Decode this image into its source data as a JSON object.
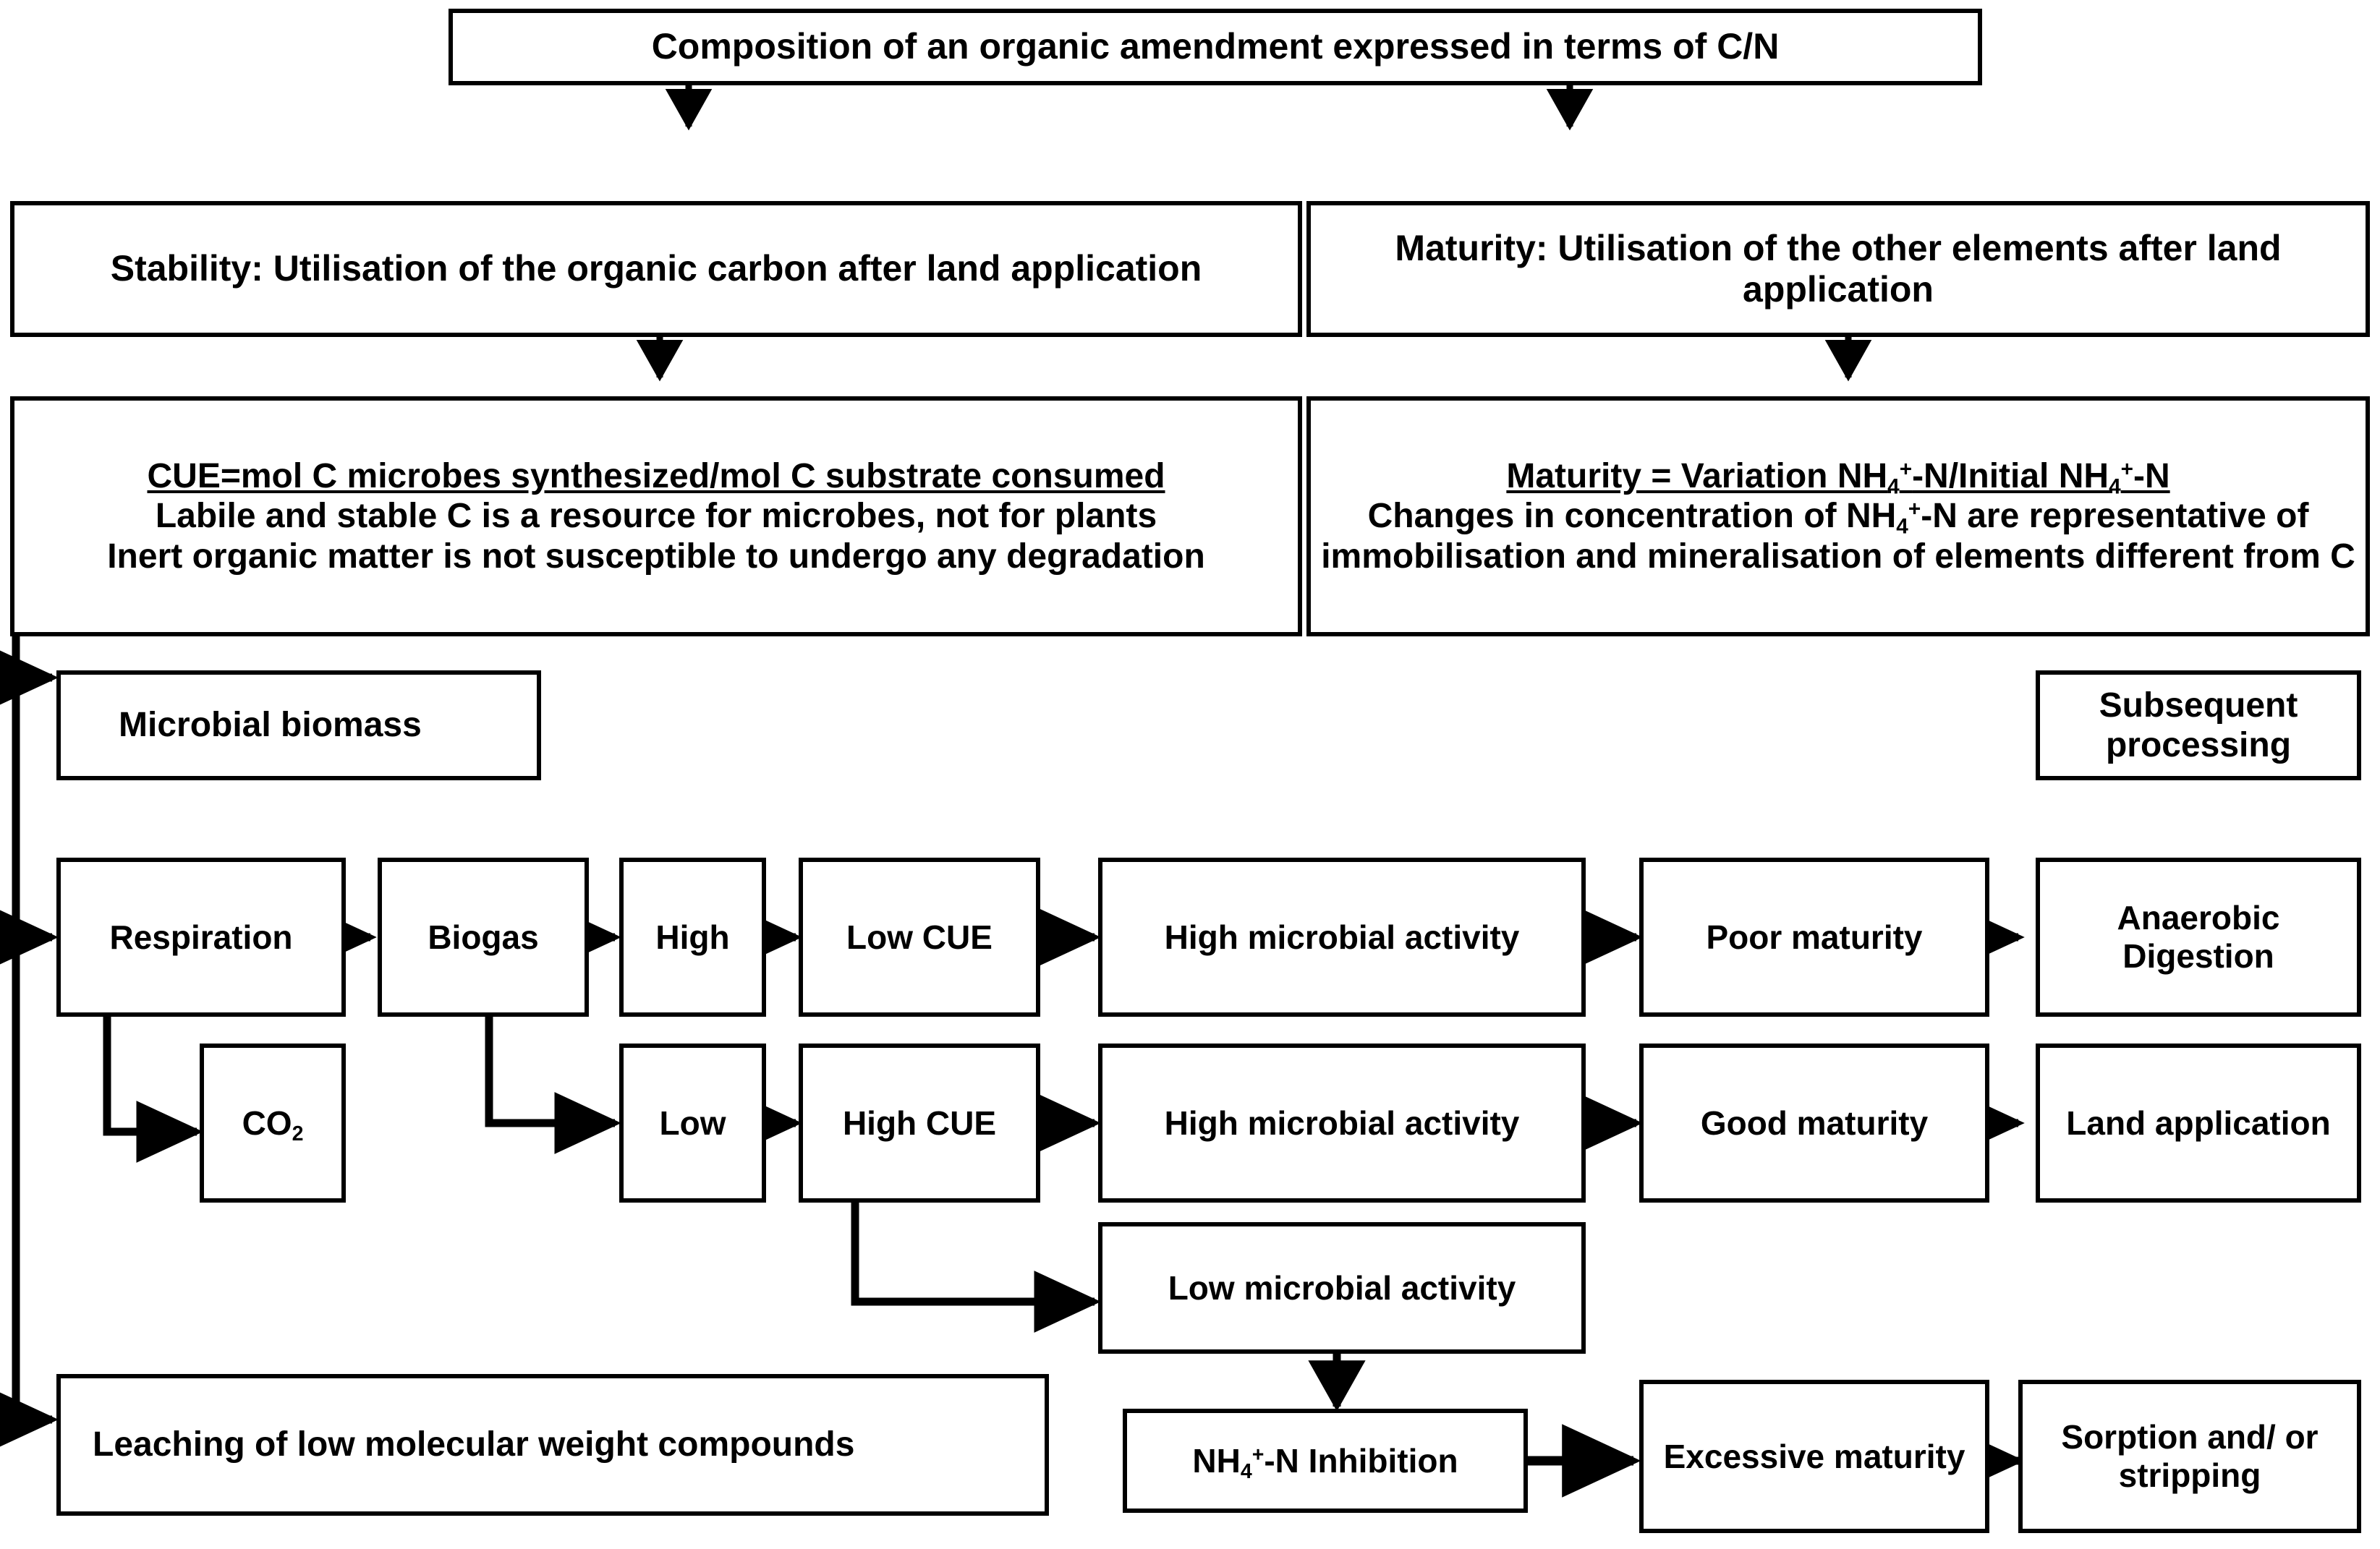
{
  "diagram": {
    "title_box": {
      "label": "Composition of an organic amendment expressed in terms of C/N"
    },
    "branches": [
      {
        "id": "stability",
        "label": "Stability: Utilisation of the organic carbon after land application"
      },
      {
        "id": "maturity",
        "label": "Maturity: Utilisation of the other elements after land application"
      }
    ],
    "definitions": {
      "stability": {
        "heading": "CUE=mol C microbes synthesized/mol C substrate consumed",
        "line2": "Labile and stable C is a resource for microbes, not for plants",
        "line3": "Inert organic matter is not susceptible to undergo any degradation"
      },
      "maturity": {
        "heading_pre": "Maturity = Variation NH",
        "heading_sub1": "4",
        "heading_sup1": "+",
        "heading_mid": "-N/Initial NH",
        "heading_sub2": "4",
        "heading_sup2": "+",
        "heading_post": "-N",
        "body_pre": "Changes in concentration of NH",
        "body_sub": "4",
        "body_sup": "+",
        "body_post": "-N are representative of immobilisation and mineralisation of elements different from C"
      }
    },
    "nodes": {
      "microbial_biomass": "Microbial biomass",
      "respiration": "Respiration",
      "co2_pre": "CO",
      "co2_sub": "2",
      "leaching": "Leaching of low molecular weight compounds",
      "biogas": "Biogas",
      "high": "High",
      "low": "Low",
      "low_cue": "Low CUE",
      "high_cue": "High CUE",
      "high_microbial_activity_1": "High microbial activity",
      "high_microbial_activity_2": "High microbial activity",
      "low_microbial_activity": "Low microbial activity",
      "nh4_inhibition_pre": "NH",
      "nh4_inhibition_sub": "4",
      "nh4_inhibition_sup": "+",
      "nh4_inhibition_post": "-N Inhibition",
      "poor_maturity": "Poor maturity",
      "good_maturity": "Good maturity",
      "excessive_maturity": "Excessive maturity",
      "subsequent_processing": "Subsequent processing",
      "anaerobic_digestion": "Anaerobic Digestion",
      "land_application": "Land application",
      "sorption_stripping": "Sorption and/ or stripping"
    },
    "colors": {
      "stroke": "#000000",
      "fill": "#ffffff",
      "text": "#000000"
    }
  }
}
